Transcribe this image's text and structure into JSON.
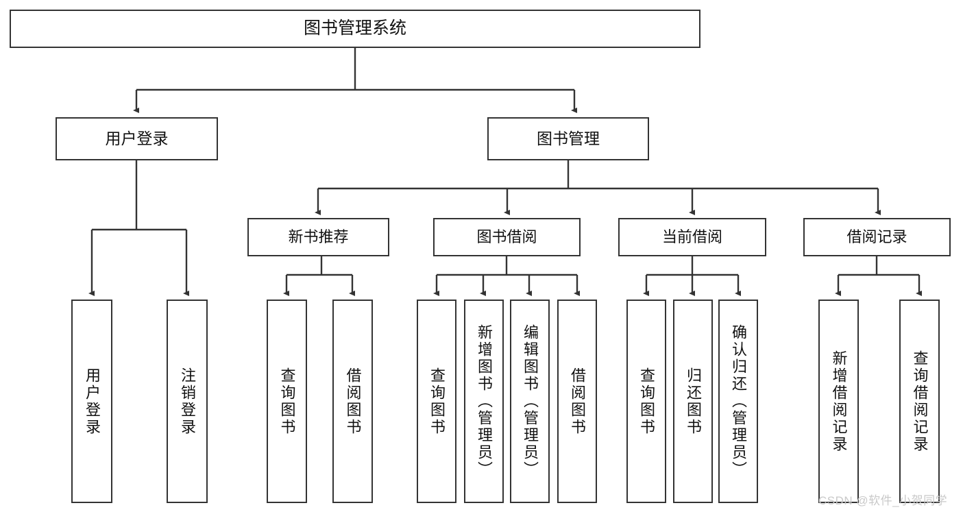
{
  "diagram": {
    "title": "图书管理系统",
    "type": "tree-hierarchy",
    "watermark": "CSDN @软件_小贺同学",
    "colors": {
      "box_border": "#333333",
      "box_fill": "#ffffff",
      "connector": "#333333",
      "text": "#111111",
      "watermark": "#c9c9c9"
    },
    "nodes": {
      "root": {
        "label": "图书管理系统"
      },
      "level2": [
        {
          "label": "用户登录"
        },
        {
          "label": "图书管理"
        }
      ],
      "level3": [
        {
          "label": "新书推荐"
        },
        {
          "label": "图书借阅"
        },
        {
          "label": "当前借阅"
        },
        {
          "label": "借阅记录"
        }
      ],
      "leaves_user_login": [
        {
          "label": "用户登录"
        },
        {
          "label": "注销登录"
        }
      ],
      "leaves_new_book": [
        {
          "label": "查询图书"
        },
        {
          "label": "借阅图书"
        }
      ],
      "leaves_borrow": [
        {
          "label": "查询图书"
        },
        {
          "label": "新增图书（管理员）"
        },
        {
          "label": "编辑图书（管理员）"
        },
        {
          "label": "借阅图书"
        }
      ],
      "leaves_current": [
        {
          "label": "查询图书"
        },
        {
          "label": "归还图书"
        },
        {
          "label": "确认归还（管理员）"
        }
      ],
      "leaves_records": [
        {
          "label": "新增借阅记录"
        },
        {
          "label": "查询借阅记录"
        }
      ]
    }
  }
}
